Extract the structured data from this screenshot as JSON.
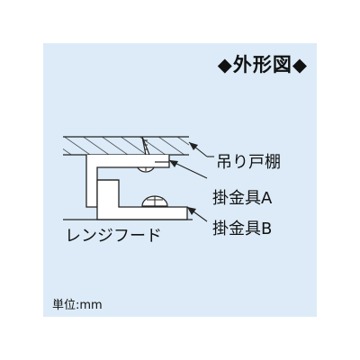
{
  "diagram": {
    "title": "◆外形図◆",
    "unit": "単位:mm",
    "labels": {
      "shelf": "吊り戸棚",
      "bracket_a": "掛金具A",
      "bracket_b": "掛金具B",
      "range_hood": "レンジフード"
    }
  }
}
